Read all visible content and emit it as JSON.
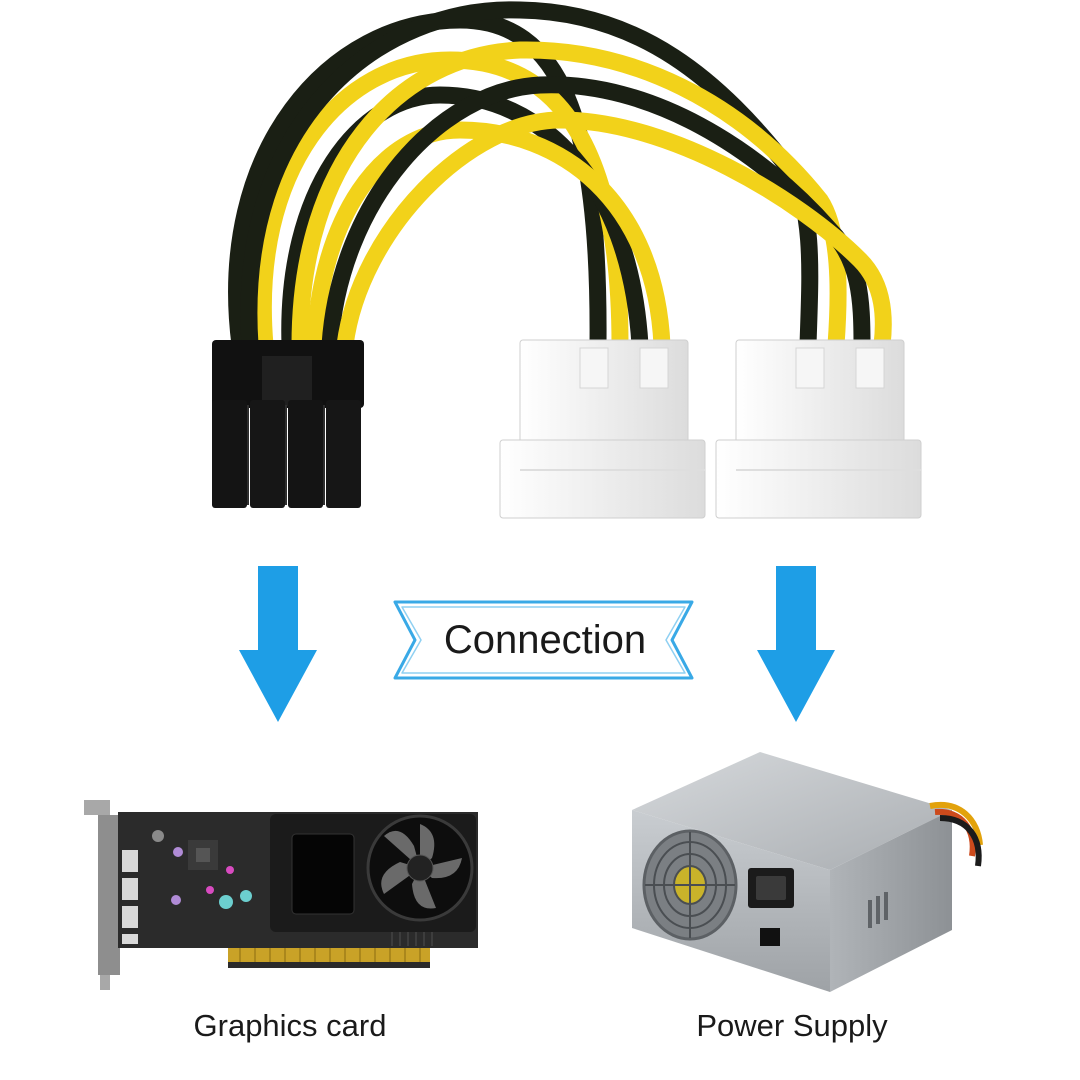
{
  "diagram": {
    "center_label": "Connection",
    "left_caption": "Graphics card",
    "right_caption": "Power Supply",
    "colors": {
      "arrow": "#1e9ee6",
      "ribbon_border": "#39a9e6",
      "wire_yellow": "#f2d21a",
      "wire_black": "#1a1f14",
      "connector_black": "#111111",
      "molex_white": "#efefef",
      "psu_metal": "#bfc3c7",
      "gpu_board": "#2b2b2b"
    }
  }
}
